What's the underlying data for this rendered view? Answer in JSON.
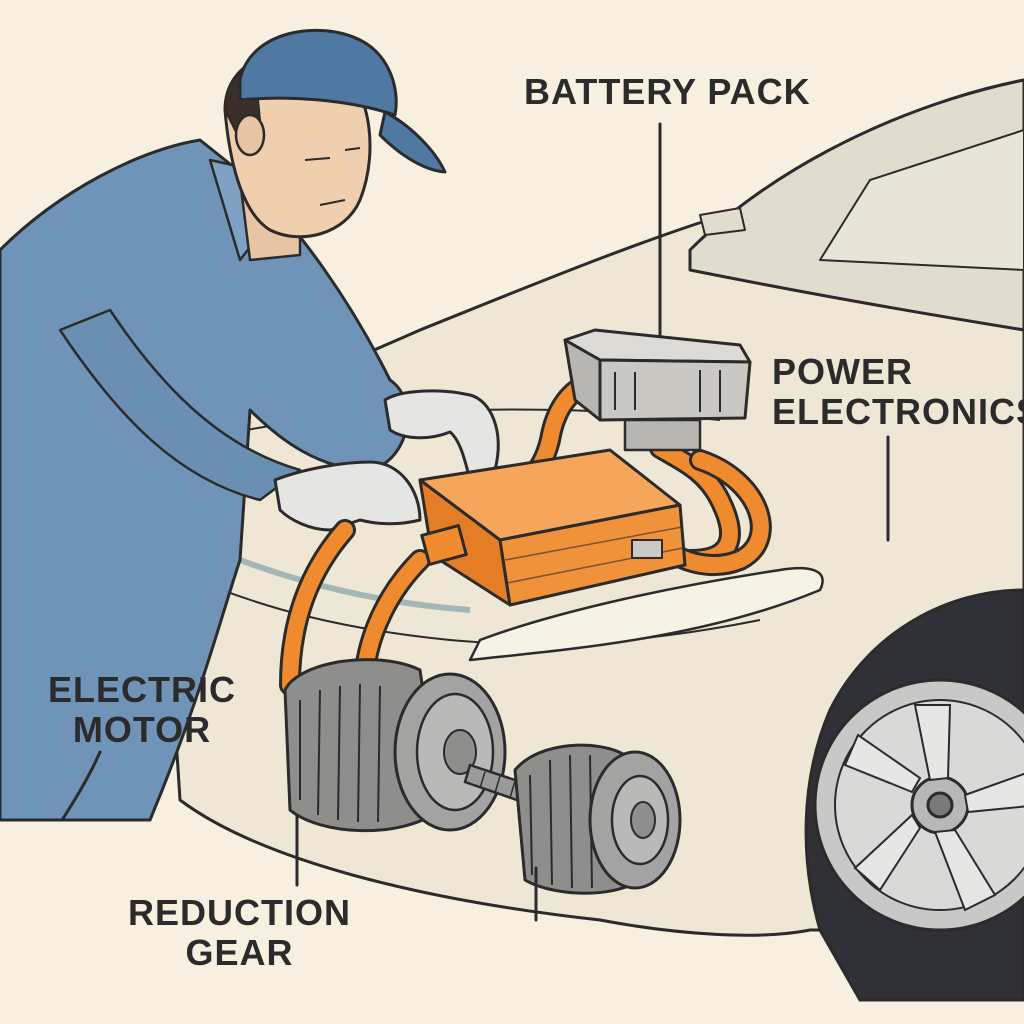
{
  "labels": {
    "battery_pack": "BATTERY PACK",
    "power_electronics": [
      "POWER",
      "ELECTRONICS"
    ],
    "electric_motor": [
      "ELECTRIC",
      "MOTOR"
    ],
    "reduction_gear": [
      "REDUCTION",
      "GEAR"
    ]
  },
  "colors": {
    "background": "#f7efdf",
    "car_body": "#efe7d6",
    "battery_orange": "#f0923a",
    "cable_orange": "#ef8a2e",
    "overalls_blue": "#6f94b8",
    "cap_blue": "#4f78a3",
    "metal_gray": "#9a9a98",
    "outline": "#2b2b2b"
  }
}
